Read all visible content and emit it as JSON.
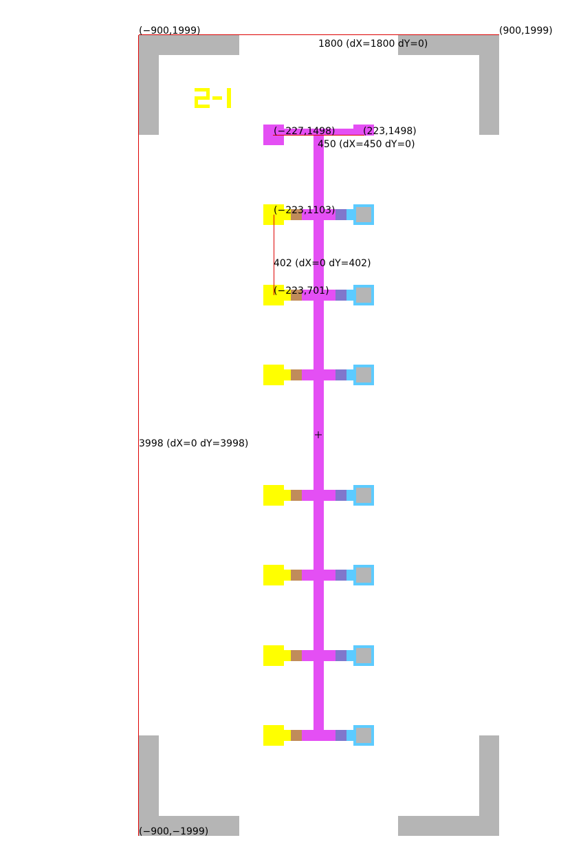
{
  "cell_label": "2-1",
  "colors": {
    "background": "#ffffff",
    "alignment_mark": "#b5b5b5",
    "label": "#ffff00",
    "trace": "#e44ff4",
    "yellow_pad": "#ffff00",
    "copper_segment": "#c08c5a",
    "violet_segment": "#8077cc",
    "cyan_pad_frame": "#5ccbff",
    "gray_pad_core": "#b5b5b5",
    "ruler": "#dd0000",
    "ruler_text": "#000000"
  },
  "ruler_labels": {
    "top_left_corner": "(−900,1999)",
    "top_right_corner": "(900,1999)",
    "bottom_left_corner": "(−900,−1999)",
    "width_measure": "1800 (dX=1800 dY=0)",
    "height_measure": "3998 (dX=0 dY=3998)",
    "bar_left_point": "(−227,1498)",
    "bar_right_point": "(223,1498)",
    "bar_measure": "450 (dX=450 dY=0)",
    "pad_upper_point": "(−223,1103)",
    "pad_lower_point": "(−223,701)",
    "pad_pitch_measure": "402 (dX=0 dY=402)"
  },
  "device_rows": 7
}
